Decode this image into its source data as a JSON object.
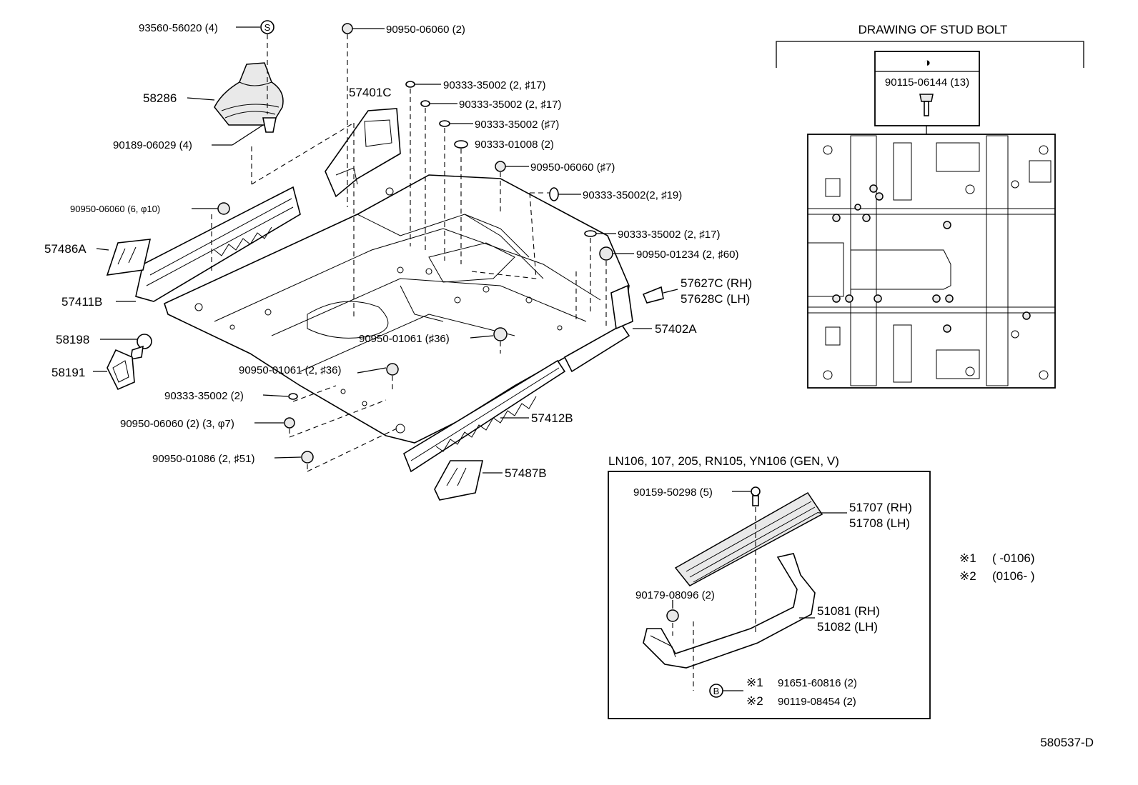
{
  "callouts": {
    "c93560": "93560-56020 (4)",
    "c58286": "58286",
    "c90189": "90189-06029 (4)",
    "c90950_06060_2": "90950-06060 (2)",
    "c57401C": "57401C",
    "c90333_a": "90333-35002 (2, ♯17)",
    "c90333_b": "90333-35002 (2, ♯17)",
    "c90333_c": "90333-35002 (♯7)",
    "c90333_01008": "90333-01008 (2)",
    "c90950_06060_7": "90950-06060 (♯7)",
    "c90333_19": "90333-35002(2, ♯19)",
    "c90950_06060_6": "90950-06060 (6, φ10)",
    "c90333_d": "90333-35002 (2, ♯17)",
    "c90950_01234": "90950-01234 (2, ♯60)",
    "c57486A": "57486A",
    "c57627C": "57627C (RH)",
    "c57628C": "57628C (LH)",
    "c57411B": "57411B",
    "c57402A": "57402A",
    "c58198": "58198",
    "c90950_01061_36": "90950-01061 (♯36)",
    "c58191": "58191",
    "c90950_01061_2": "90950-01061 (2, ♯36)",
    "c90333_2": "90333-35002 (2)",
    "c90950_06060_3": "90950-06060 (2) (3, φ7)",
    "c57412B": "57412B",
    "c90950_01086": "90950-01086 (2, ♯51)",
    "c57487B": "57487B"
  },
  "stud_panel": {
    "title": "DRAWING OF STUD BOLT",
    "symbol": "◑",
    "part": "90115-06144 (13)"
  },
  "step_panel": {
    "title": "LN106, 107, 205, RN105, YN106 (GEN, V)",
    "c90159": "90159-50298 (5)",
    "c51707": "51707 (RH)",
    "c51708": "51708 (LH)",
    "c90179": "90179-08096 (2)",
    "c51081": "51081 (RH)",
    "c51082": "51082 (LH)",
    "b_mark1": "※1",
    "b_part1": "91651-60816 (2)",
    "b_mark2": "※2",
    "b_part2": "90119-08454 (2)",
    "b_symbol": "B"
  },
  "s_symbol": "S",
  "notes": {
    "n1_mark": "※1",
    "n1_text": "(        -0106)",
    "n2_mark": "※2",
    "n2_text": "(0106-        )"
  },
  "drawing_id": "580537-D"
}
